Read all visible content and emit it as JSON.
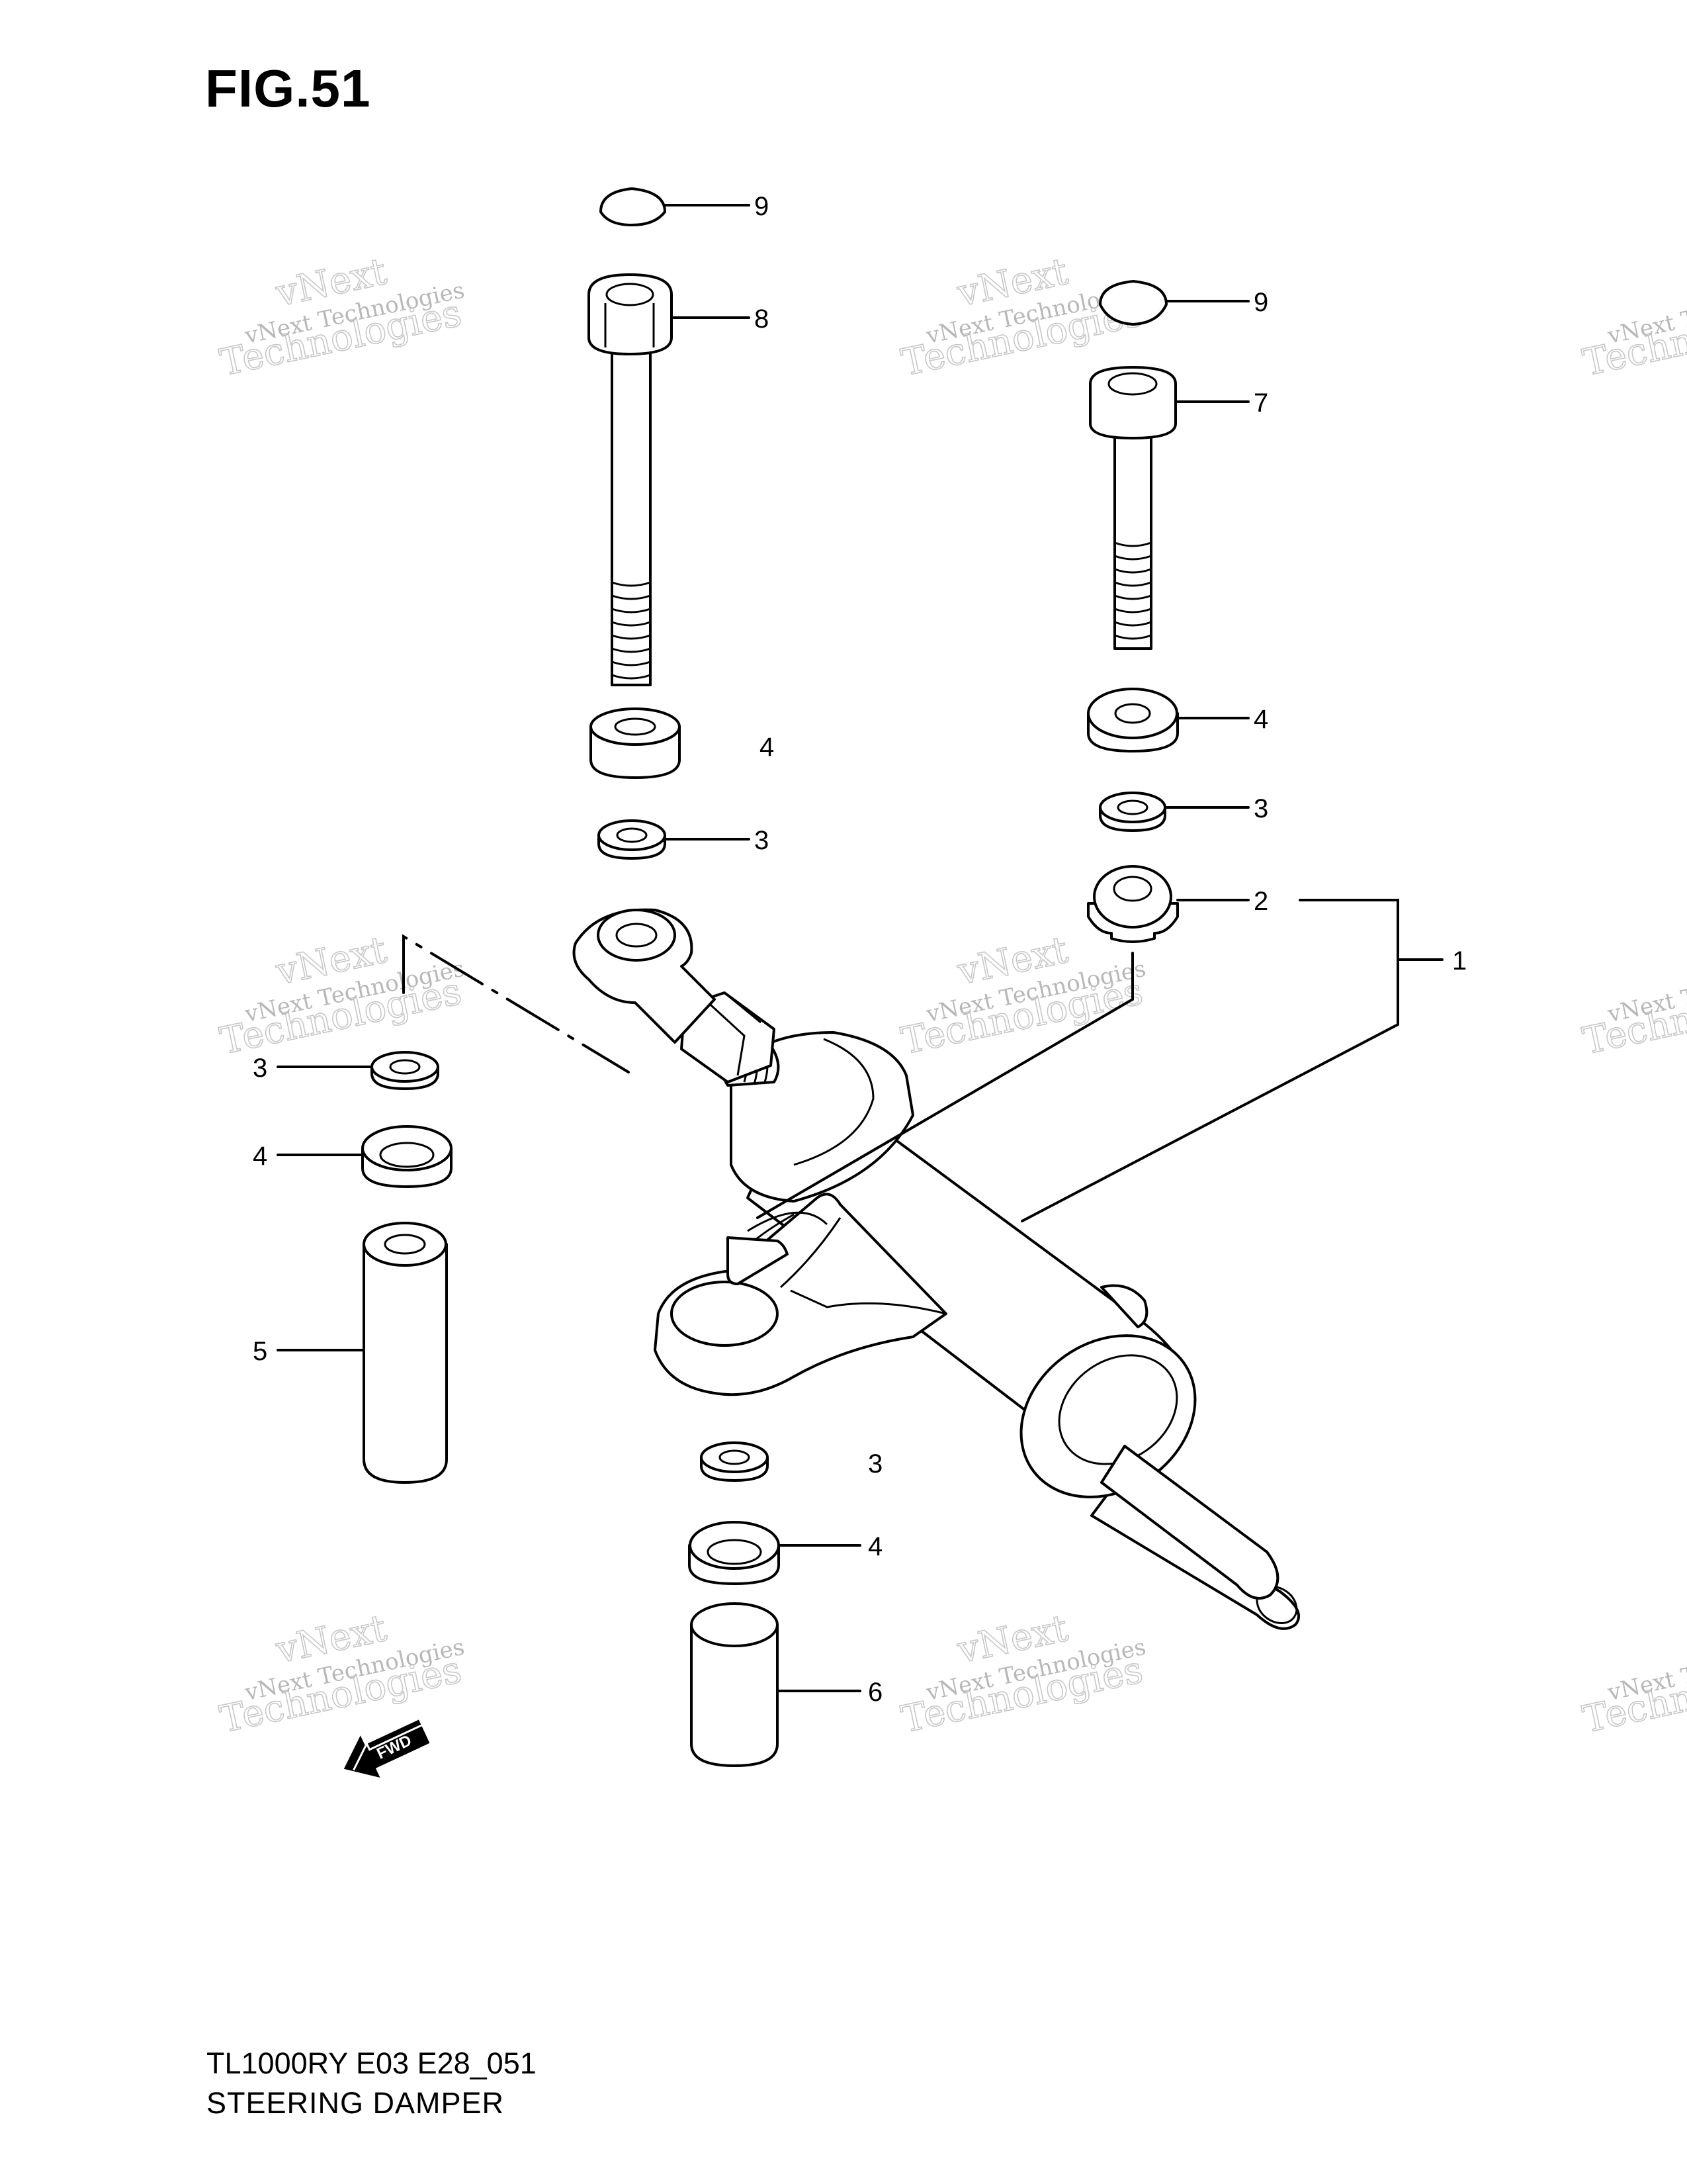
{
  "figure": {
    "title": "FIG.51",
    "model_code": "TL1000RY E03 E28_051",
    "name": "STEERING DAMPER"
  },
  "watermark": {
    "line1": "vNext Technologies",
    "line2": "Technologies",
    "line3": "vNext"
  },
  "fwd_label": "FWD",
  "callouts": [
    {
      "id": "c9a",
      "text": "9"
    },
    {
      "id": "c8",
      "text": "8"
    },
    {
      "id": "c9b",
      "text": "9"
    },
    {
      "id": "c7",
      "text": "7"
    },
    {
      "id": "c4a",
      "text": "4"
    },
    {
      "id": "c4b",
      "text": "4"
    },
    {
      "id": "c3a",
      "text": "3"
    },
    {
      "id": "c3b",
      "text": "3"
    },
    {
      "id": "c2",
      "text": "2"
    },
    {
      "id": "c1",
      "text": "1"
    },
    {
      "id": "c3c",
      "text": "3"
    },
    {
      "id": "c4c",
      "text": "4"
    },
    {
      "id": "c5",
      "text": "5"
    },
    {
      "id": "c3d",
      "text": "3"
    },
    {
      "id": "c4d",
      "text": "4"
    },
    {
      "id": "c6",
      "text": "6"
    }
  ]
}
